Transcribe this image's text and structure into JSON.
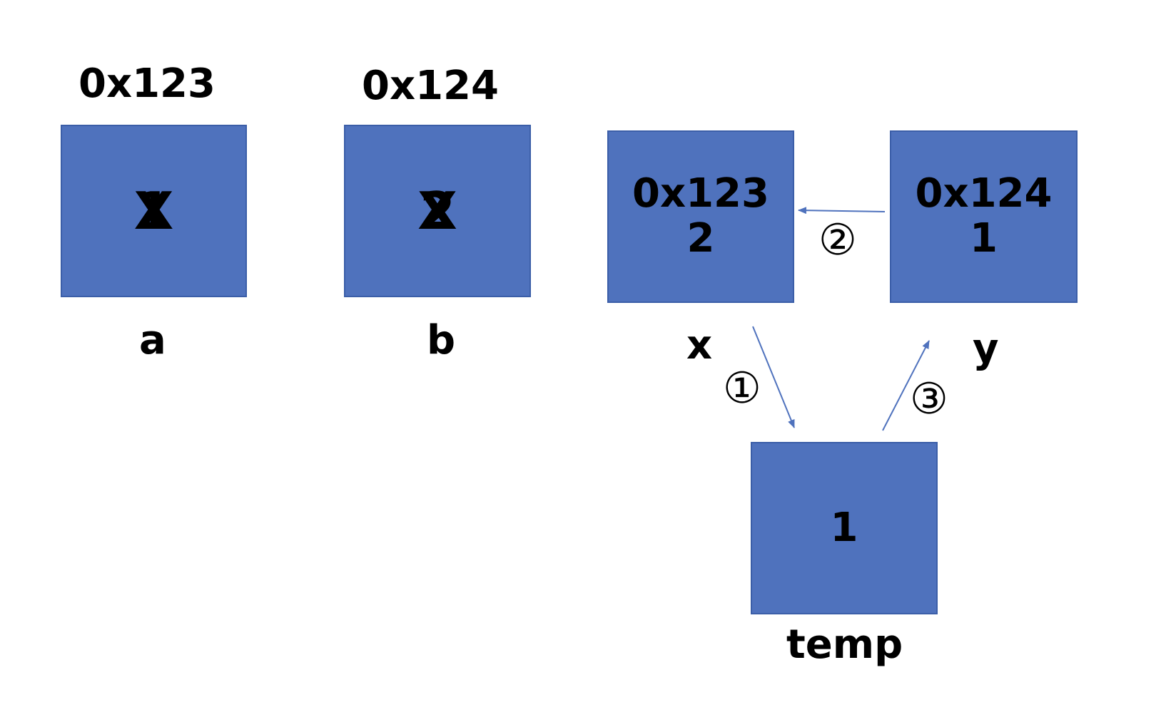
{
  "colors": {
    "box_fill": "#4f72bd",
    "box_border": "#3b5ea8",
    "arrow": "#4f72bd",
    "text": "#000000"
  },
  "left": {
    "a": {
      "address": "0x123",
      "label": "a",
      "value_old": "1",
      "value_new": "X"
    },
    "b": {
      "address": "0x124",
      "label": "b",
      "value_old": "2",
      "value_new": "X"
    }
  },
  "right": {
    "x": {
      "value_line1": "0x123",
      "value_line2": "2",
      "label": "x"
    },
    "y": {
      "value_line1": "0x124",
      "value_line2": "1",
      "label": "y"
    },
    "temp": {
      "value": "1",
      "label": "temp"
    }
  },
  "steps": {
    "one": "①",
    "two": "②",
    "three": "③"
  }
}
